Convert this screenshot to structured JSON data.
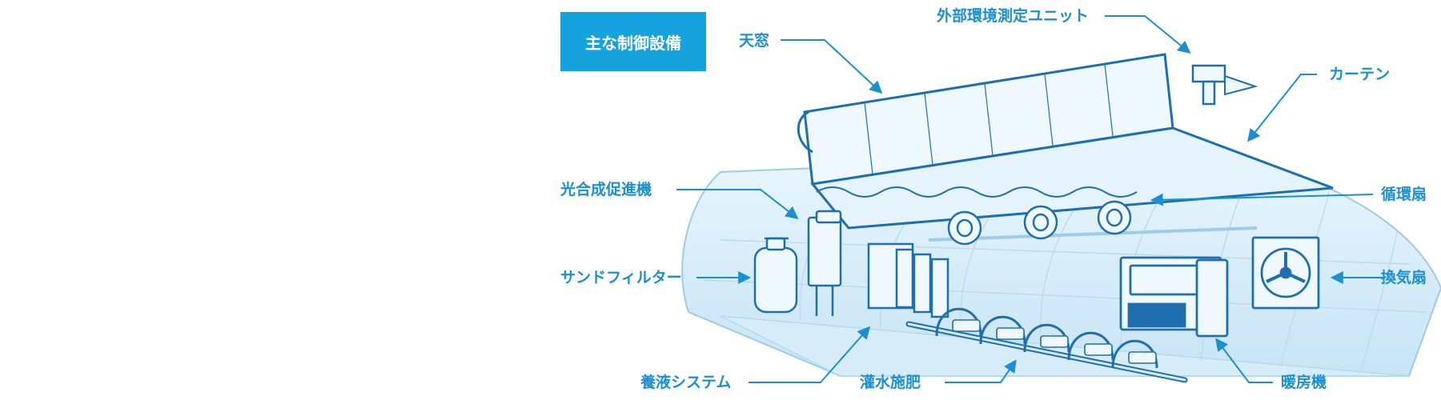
{
  "badge": {
    "title": "主な制御設備"
  },
  "labels": {
    "skylight": "天窓",
    "weather_unit": "外部環境測定ユニット",
    "curtain": "カーテン",
    "photosynthesis": "光合成促進機",
    "circulation_fan": "循環扇",
    "sand_filter": "サンドフィルター",
    "ventilation_fan": "換気扇",
    "nutrient_system": "養液システム",
    "fertigation": "灌水施肥",
    "heater": "暖房機"
  },
  "colors": {
    "accent": "#16a2dc",
    "label": "#1b8fd0",
    "outline": "#1f6fae",
    "fill_light": "#e3f2fb",
    "fill_mid": "#c9e5f6"
  }
}
